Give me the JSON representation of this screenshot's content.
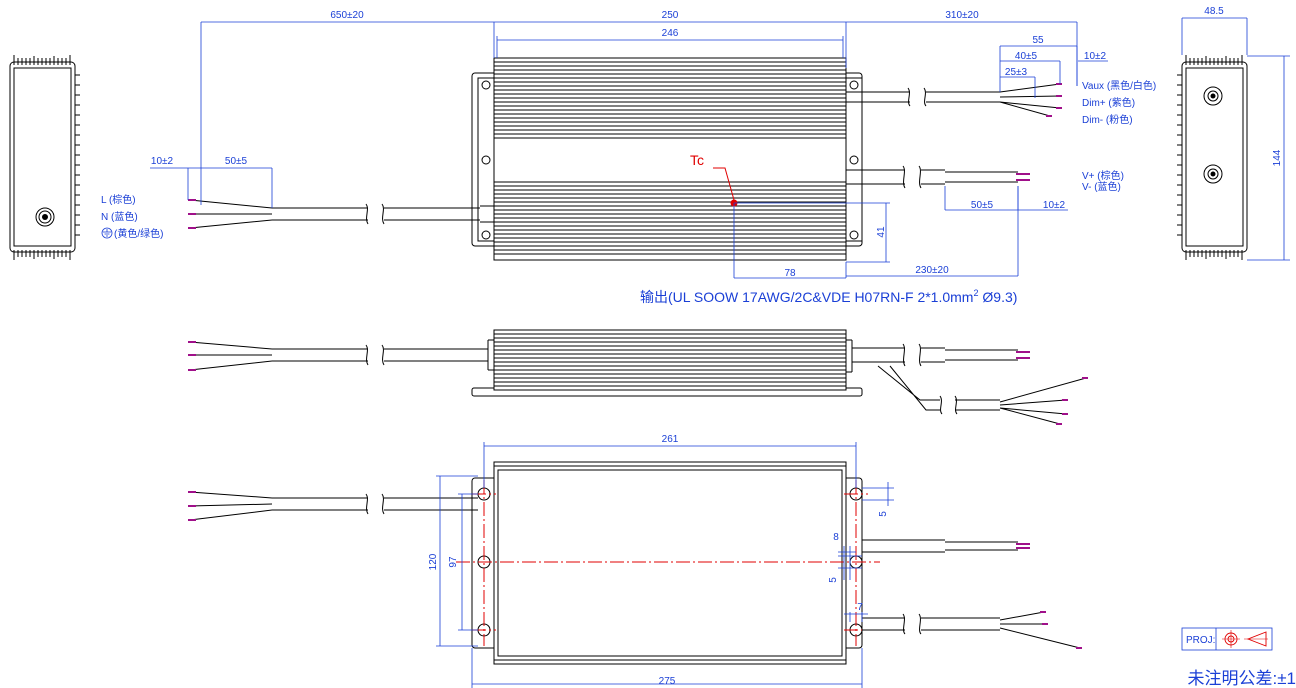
{
  "dimensions": {
    "top_input_cable": "650±20",
    "top_body": "250",
    "top_inner": "246",
    "top_output_cable": "310±20",
    "aux_55": "55",
    "aux_40": "40±5",
    "aux_25": "25±3",
    "aux_10": "10±2",
    "side_width": "48.5",
    "side_height": "144",
    "in_10": "10±2",
    "in_50": "50±5",
    "out_50": "50±5",
    "out_10": "10±2",
    "tc_x": "78",
    "tc_y": "41",
    "out_cable_230": "230±20",
    "bottom_body": "261",
    "bottom_overall": "275",
    "mount_120": "120",
    "mount_97": "97",
    "slot_5a": "5",
    "slot_8": "8",
    "slot_5b": "5",
    "slot_7": "7"
  },
  "labels": {
    "l_wire": "L (棕色)",
    "n_wire": "N (蓝色)",
    "ground_wire": "(黄色/绿色)",
    "vaux": "Vaux (黑色/白色)",
    "dim_plus": "Dim+ (紫色)",
    "dim_minus": "Dim- (粉色)",
    "v_plus": "V+ (棕色)",
    "v_minus": "V- (蓝色)",
    "tc": "Tc",
    "output_spec": "输出(UL SOOW 17AWG/2C&VDE H07RN-F 2*1.0mm",
    "output_spec_sup": "2",
    "output_spec_tail": " Ø9.3)",
    "proj": "PROJ:",
    "tolerance_note": "未注明公差:±1"
  },
  "icons": [
    "ground-symbol-icon",
    "projection-symbol-icon",
    "gland-icon"
  ],
  "colors": {
    "dimension": "#1a3fd6",
    "outline": "#000000",
    "centerline": "#e00000",
    "wire_end": "#a0108a"
  }
}
